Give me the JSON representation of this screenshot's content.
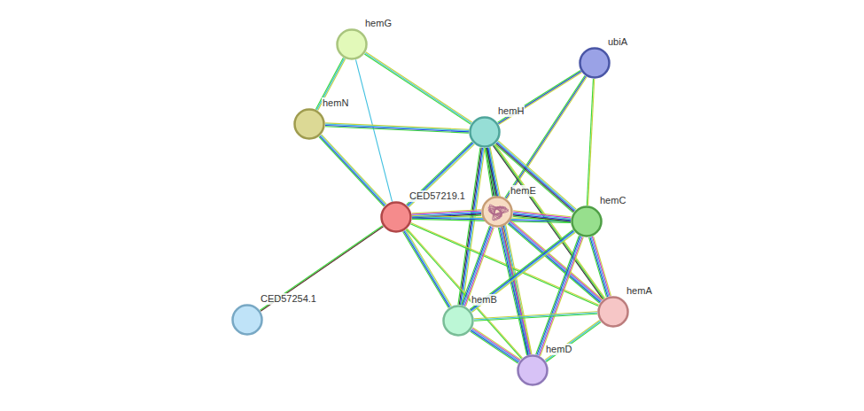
{
  "diagram": {
    "nodes": [
      {
        "text": [
          "hemG"
        ]
      },
      {
        "text": [
          "hemN"
        ]
      },
      {
        "text": [
          "ubiA"
        ]
      },
      {
        "text": [
          "hemH"
        ]
      },
      {
        "text": [
          "CED57219.1"
        ]
      },
      {
        "text": [
          "hemE"
        ]
      },
      {
        "text": [
          "hemC"
        ]
      },
      {
        "text": [
          "CED57254.1"
        ]
      },
      {
        "text": [
          "hemB"
        ]
      },
      {
        "text": [
          "hemA"
        ]
      },
      {
        "text": [
          "hemD"
        ]
      }
    ],
    "edges": [
      {
        "from": 0,
        "to": 1,
        "arrow": "none"
      },
      {
        "from": 0,
        "to": 3,
        "arrow": "none"
      },
      {
        "from": 0,
        "to": 4,
        "arrow": "none"
      },
      {
        "from": 1,
        "to": 3,
        "arrow": "none"
      },
      {
        "from": 1,
        "to": 4,
        "arrow": "none"
      },
      {
        "from": 2,
        "to": 3,
        "arrow": "none"
      },
      {
        "from": 2,
        "to": 5,
        "arrow": "none"
      },
      {
        "from": 2,
        "to": 6,
        "arrow": "none"
      },
      {
        "from": 3,
        "to": 4,
        "arrow": "none"
      },
      {
        "from": 3,
        "to": 5,
        "arrow": "none"
      },
      {
        "from": 3,
        "to": 6,
        "arrow": "none"
      },
      {
        "from": 3,
        "to": 8,
        "arrow": "none"
      },
      {
        "from": 3,
        "to": 10,
        "arrow": "none"
      },
      {
        "from": 3,
        "to": 9,
        "arrow": "none"
      },
      {
        "from": 4,
        "to": 5,
        "arrow": "none"
      },
      {
        "from": 4,
        "to": 6,
        "arrow": "none"
      },
      {
        "from": 4,
        "to": 8,
        "arrow": "none"
      },
      {
        "from": 4,
        "to": 10,
        "arrow": "none"
      },
      {
        "from": 4,
        "to": 9,
        "arrow": "none"
      },
      {
        "from": 4,
        "to": 7,
        "arrow": "none"
      },
      {
        "from": 5,
        "to": 6,
        "arrow": "none"
      },
      {
        "from": 5,
        "to": 8,
        "arrow": "none"
      },
      {
        "from": 5,
        "to": 10,
        "arrow": "none"
      },
      {
        "from": 5,
        "to": 9,
        "arrow": "none"
      },
      {
        "from": 6,
        "to": 8,
        "arrow": "none"
      },
      {
        "from": 6,
        "to": 10,
        "arrow": "none"
      },
      {
        "from": 6,
        "to": 9,
        "arrow": "none"
      },
      {
        "from": 8,
        "to": 9,
        "arrow": "none"
      },
      {
        "from": 8,
        "to": 10,
        "arrow": "none"
      },
      {
        "from": 10,
        "to": 9,
        "arrow": "none"
      }
    ]
  }
}
